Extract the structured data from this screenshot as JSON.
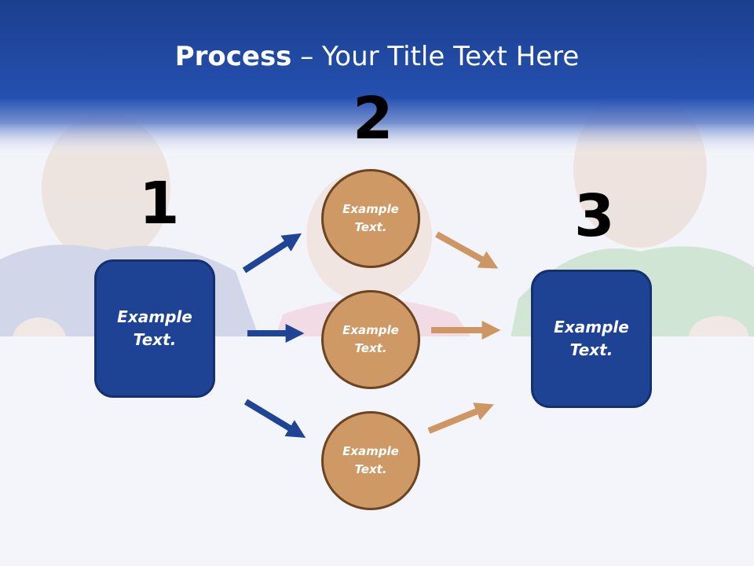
{
  "title": {
    "bold": "Process",
    "rest": " – Your Title Text Here"
  },
  "steps": [
    {
      "number": "1",
      "box": {
        "line1": "Example",
        "line2": "Text."
      }
    },
    {
      "number": "2",
      "circles": [
        {
          "line1": "Example",
          "line2": "Text."
        },
        {
          "line1": "Example",
          "line2": "Text."
        },
        {
          "line1": "Example",
          "line2": "Text."
        }
      ]
    },
    {
      "number": "3",
      "box": {
        "line1": "Example",
        "line2": "Text."
      }
    }
  ],
  "colors": {
    "header": "#1f47a0",
    "box": "#1e4394",
    "circle": "#cf9965",
    "arrow_blue": "#1f4395",
    "arrow_tan": "#cd9662"
  }
}
